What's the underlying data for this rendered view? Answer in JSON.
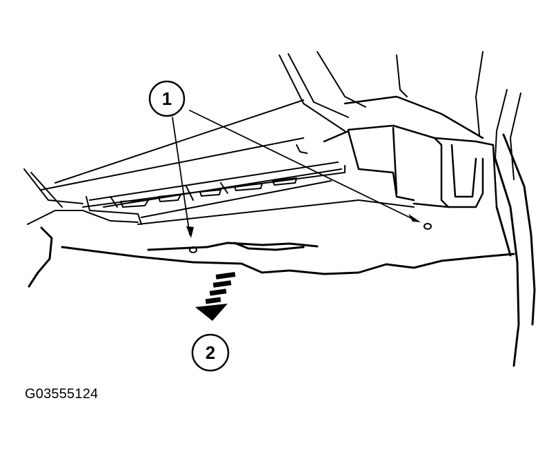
{
  "callouts": [
    {
      "id": "callout-1",
      "label": "1"
    },
    {
      "id": "callout-2",
      "label": "2"
    }
  ],
  "figure_code": "G03555124",
  "colors": {
    "line": "#000000",
    "background": "#ffffff"
  }
}
